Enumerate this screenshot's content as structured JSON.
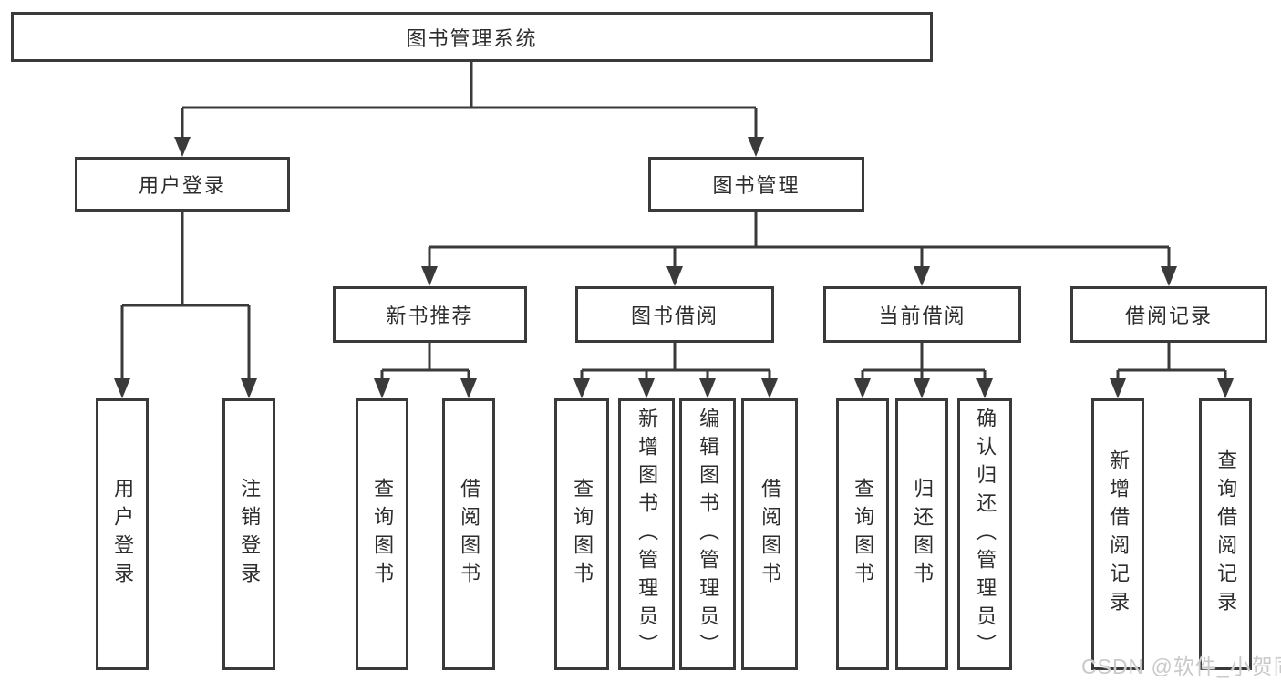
{
  "colors": {
    "line": "#3a3a3a",
    "box_border": "#3a3a3a",
    "box_fill": "#ffffff",
    "text": "#2d2d2d",
    "watermark": "#c9c9c9",
    "background": "#ffffff"
  },
  "nodes": {
    "root": {
      "label": "图书管理系统"
    },
    "user_login": {
      "label": "用户登录"
    },
    "book_management": {
      "label": "图书管理"
    },
    "new_book_recommend": {
      "label": "新书推荐"
    },
    "book_borrowing": {
      "label": "图书借阅"
    },
    "current_borrowing": {
      "label": "当前借阅"
    },
    "borrowing_records": {
      "label": "借阅记录"
    },
    "user_login_leaf": {
      "label": "用户登录"
    },
    "logout_leaf": {
      "label": "注销登录"
    },
    "recommend_query_books": {
      "label": "查询图书"
    },
    "recommend_borrow_books": {
      "label": "借阅图书"
    },
    "borrowing_query_books": {
      "label": "查询图书"
    },
    "borrowing_add_books": {
      "label": "新增图书（管理员）"
    },
    "borrowing_edit_books": {
      "label": "编辑图书（管理员）"
    },
    "borrowing_borrow_books": {
      "label": "借阅图书"
    },
    "current_query_books": {
      "label": "查询图书"
    },
    "current_return_books": {
      "label": "归还图书"
    },
    "current_confirm_return": {
      "label": "确认归还（管理员）"
    },
    "records_add_record": {
      "label": "新增借阅记录"
    },
    "records_query_record": {
      "label": "查询借阅记录"
    }
  },
  "watermark": {
    "text": "CSDN @软件_小贺同学"
  }
}
